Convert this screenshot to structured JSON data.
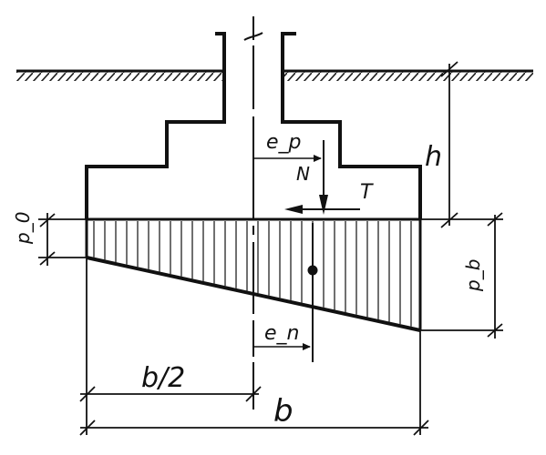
{
  "diagram": {
    "labels": {
      "ep": "e_p",
      "en": "e_n",
      "N": "N",
      "T": "T",
      "h": "h",
      "p0": "p_0",
      "pb": "p_b",
      "b_half": "b/2",
      "b": "b"
    },
    "colors": {
      "line": "#111111",
      "hatch": "#222222",
      "background": "#ffffff"
    }
  }
}
